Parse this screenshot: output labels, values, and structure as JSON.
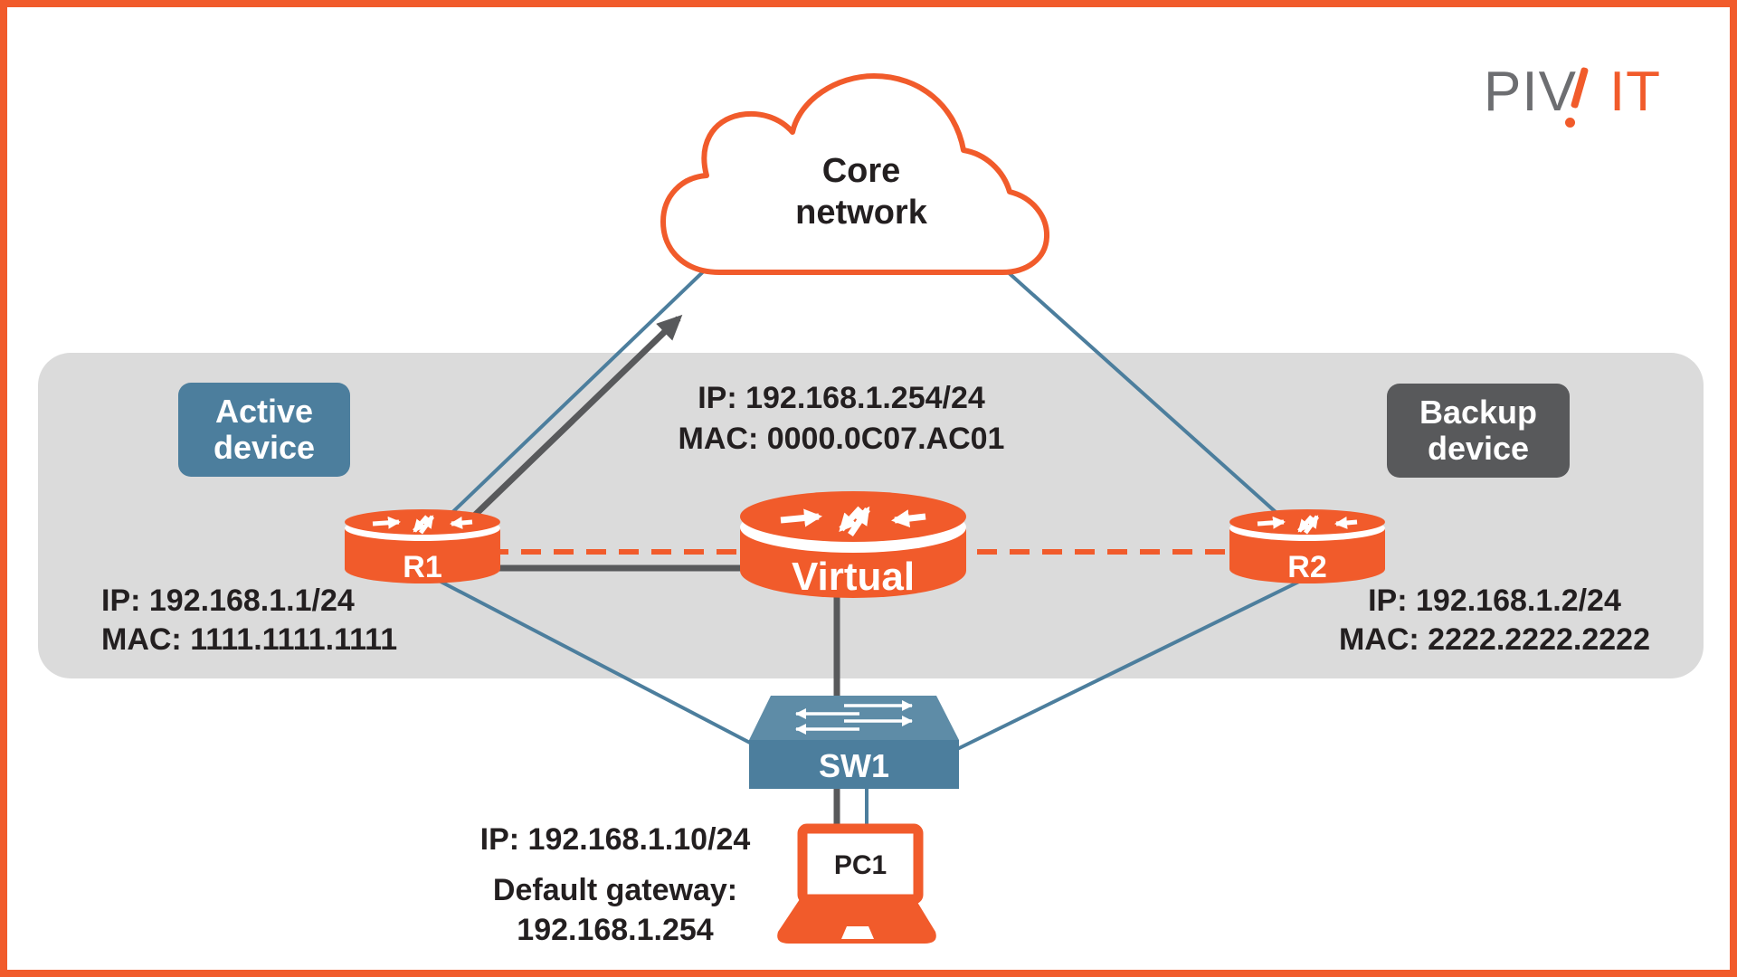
{
  "colors": {
    "orange": "#F15B2B",
    "blue": "#4C7E9D",
    "bluetop": "#5E8CA7",
    "darkgray": "#58595B",
    "band": "#DBDBDB",
    "text": "#231F20",
    "lgray": "#6D6E71"
  },
  "logo": {
    "gray_part": "PIV",
    "orange_part": "IT"
  },
  "cloud": {
    "line1": "Core",
    "line2": "network"
  },
  "badges": {
    "active_line1": "Active",
    "active_line2": "device",
    "backup_line1": "Backup",
    "backup_line2": "device"
  },
  "r1": {
    "label": "R1",
    "ip": "IP: 192.168.1.1/24",
    "mac": "MAC: 1111.1111.1111"
  },
  "r2": {
    "label": "R2",
    "ip": "IP: 192.168.1.2/24",
    "mac": "MAC: 2222.2222.2222"
  },
  "virtual": {
    "label": "Virtual",
    "ip": "IP: 192.168.1.254/24",
    "mac": "MAC: 0000.0C07.AC01"
  },
  "switch": {
    "label": "SW1"
  },
  "pc": {
    "label": "PC1",
    "ip": "IP: 192.168.1.10/24",
    "gateway_label": "Default gateway:",
    "gateway_value": "192.168.1.254"
  }
}
